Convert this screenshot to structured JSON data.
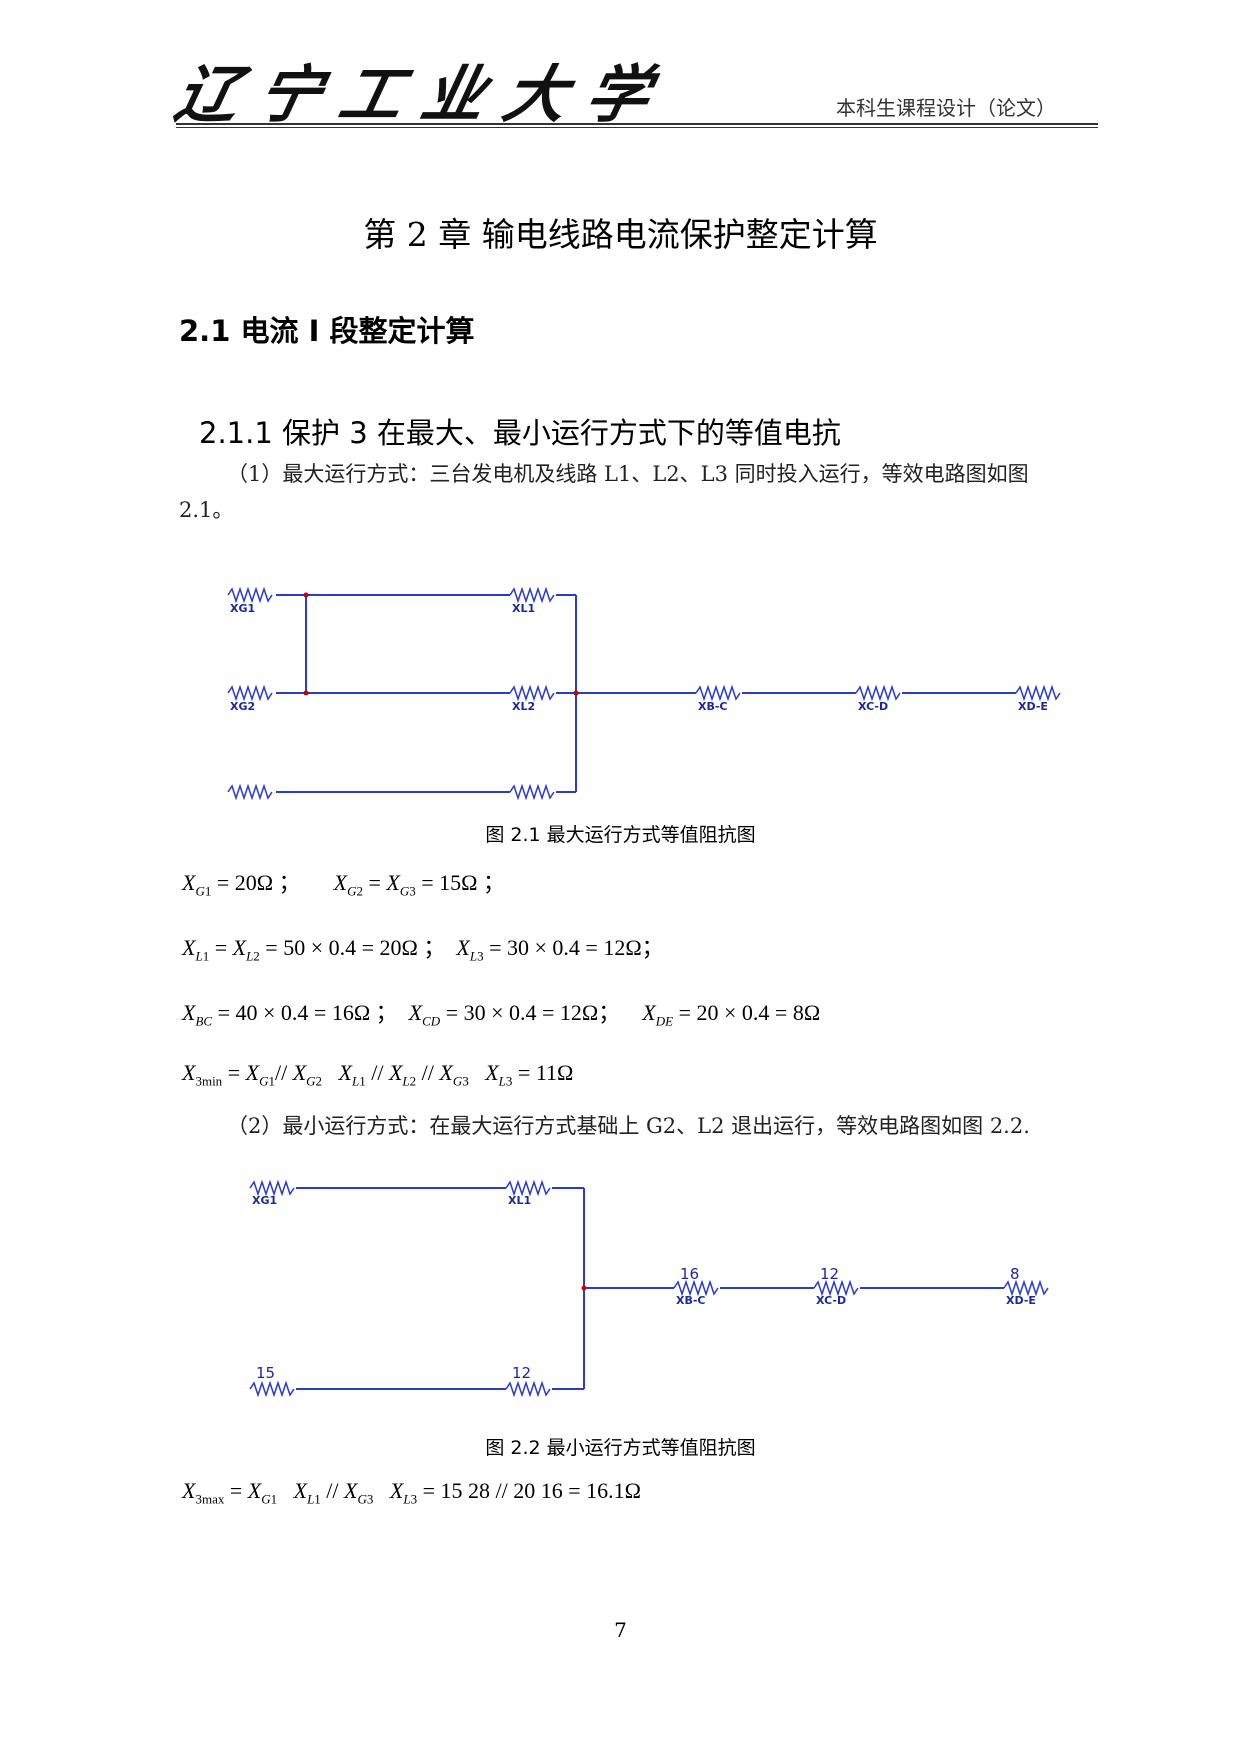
{
  "header": {
    "logo_text": "辽宁工业大学",
    "right_text": "本科生课程设计（论文）"
  },
  "chapter_title": "第 2 章  输电线路电流保护整定计算",
  "section_title": "2.1 电流 I 段整定计算",
  "subsection_title": "2.1.1 保护 3 在最大、最小运行方式下的等值电抗",
  "paragraph1": "（1）最大运行方式：三台发电机及线路 L1、L2、L3 同时投入运行，等效电路图如图 2.1。",
  "figure1": {
    "caption": "图 2.1  最大运行方式等值阻抗图",
    "labels": [
      "XG1",
      "XL1",
      "XG2",
      "XL2",
      "XB-C",
      "XC-D",
      "XD-E"
    ]
  },
  "equations_max": [
    {
      "text_a": "G1",
      "rest": " = 20Ω  ;"
    },
    {
      "line": "X_G2 = X_G3 = 15Ω  ;"
    }
  ],
  "eq1a": "20Ω  ；",
  "eq1b": "15Ω  ；",
  "eq2a": "50 × 0.4 = 20Ω  ；",
  "eq2b": "30 × 0.4 = 12Ω；",
  "eq3a": "40 × 0.4 = 16Ω  ；",
  "eq3b": "30 × 0.4 = 12Ω；",
  "eq3c": "20 × 0.4 = 8Ω",
  "eq4": "11Ω",
  "paragraph2": "（2）最小运行方式：在最大运行方式基础上 G2、L2 退出运行，等效电路图如图 2.2.",
  "figure2": {
    "caption": "图 2.2 最小运行方式等值阻抗图",
    "labels": [
      "XG1",
      "XL1",
      "XB-C",
      "XC-D",
      "XD-E"
    ],
    "values": [
      "16",
      "12",
      "8",
      "15",
      "12"
    ]
  },
  "eq5": "15    28 // 20    16  = 16.1Ω",
  "page_number": "7"
}
